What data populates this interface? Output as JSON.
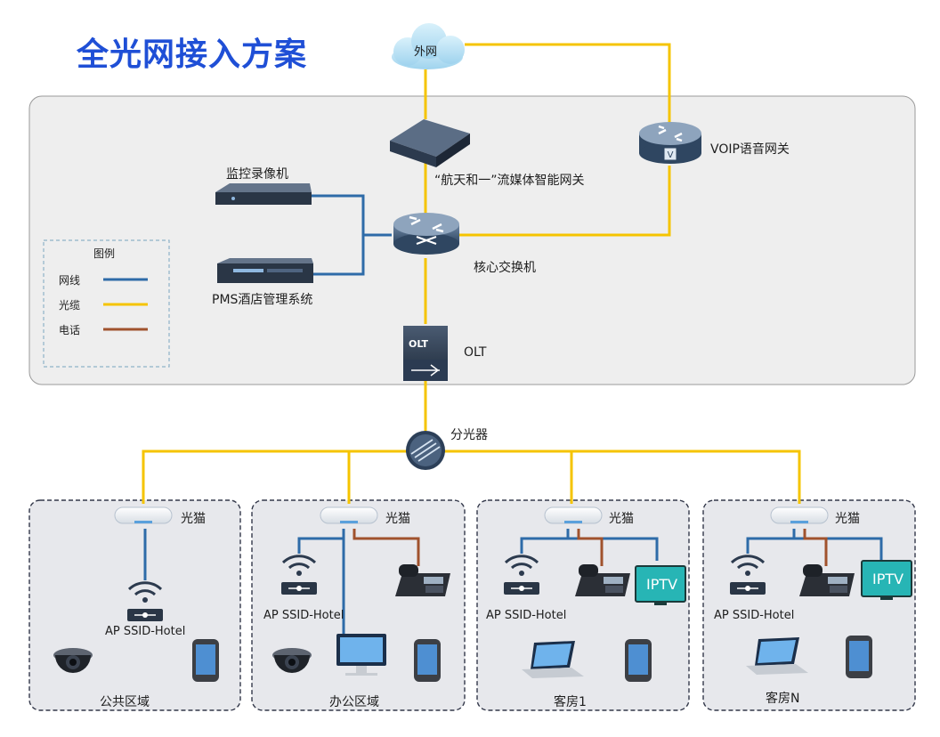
{
  "title": "全光网接入方案",
  "colors": {
    "network_line": "#2e6ba8",
    "fiber": "#f5c400",
    "phone": "#a0522d",
    "title": "#1f4fd6",
    "iptv": "#27b5b5"
  },
  "nodes": {
    "internet": "外网",
    "gateway": "“航天和一”流媒体智能网关",
    "voip": "VOIP语音网关",
    "nvr": "监控录像机",
    "pms": "PMS酒店管理系统",
    "core_switch": "核心交换机",
    "olt": "OLT",
    "olt_badge": "OLT",
    "splitter": "分光器"
  },
  "legend": {
    "title": "图例",
    "items": [
      {
        "label": "网线",
        "color": "#2e6ba8"
      },
      {
        "label": "光缆",
        "color": "#f5c400"
      },
      {
        "label": "电话",
        "color": "#a0522d"
      }
    ]
  },
  "zones": [
    {
      "name": "公共区域",
      "onu": "光猫",
      "ap": "AP SSID-Hotel"
    },
    {
      "name": "办公区域",
      "onu": "光猫",
      "ap": "AP SSID-Hotel"
    },
    {
      "name": "客房1",
      "onu": "光猫",
      "ap": "AP SSID-Hotel",
      "iptv": "IPTV"
    },
    {
      "name": "客房N",
      "onu": "光猫",
      "ap": "AP SSID-Hotel",
      "iptv": "IPTV"
    }
  ]
}
